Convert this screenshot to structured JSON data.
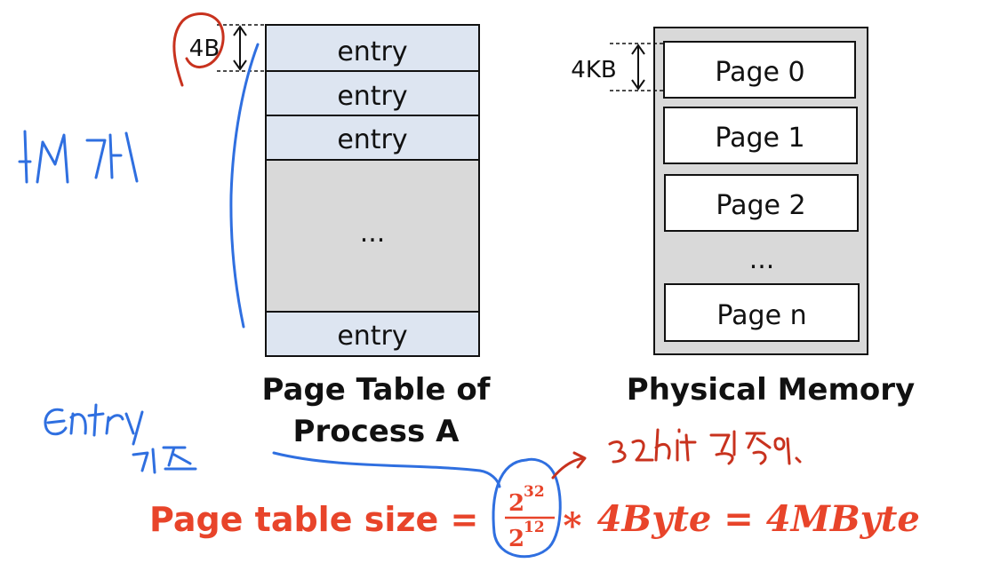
{
  "page_table": {
    "entry_label": "entry",
    "ellipsis": "...",
    "entry_size_label": "4B",
    "caption_line1": "Page Table of",
    "caption_line2": "Process A"
  },
  "physical_memory": {
    "pages": [
      "Page 0",
      "Page 1",
      "Page 2",
      "Page n"
    ],
    "ellipsis": "...",
    "page_size_label": "4KB",
    "caption": "Physical Memory"
  },
  "formula": {
    "lhs": "Page table size =",
    "numerator_base": "2",
    "numerator_exp": "32",
    "denominator_base": "2",
    "denominator_exp": "12",
    "rhs": "∗ 4Byte = 4MByte"
  },
  "colors": {
    "entry_fill": "#dde5f1",
    "table_gap_fill": "#d9d9d9",
    "memory_fill": "#d9d9d9",
    "formula_red": "#e8442a",
    "annotation_blue": "#2f6fe0",
    "annotation_red": "#c8321e"
  }
}
